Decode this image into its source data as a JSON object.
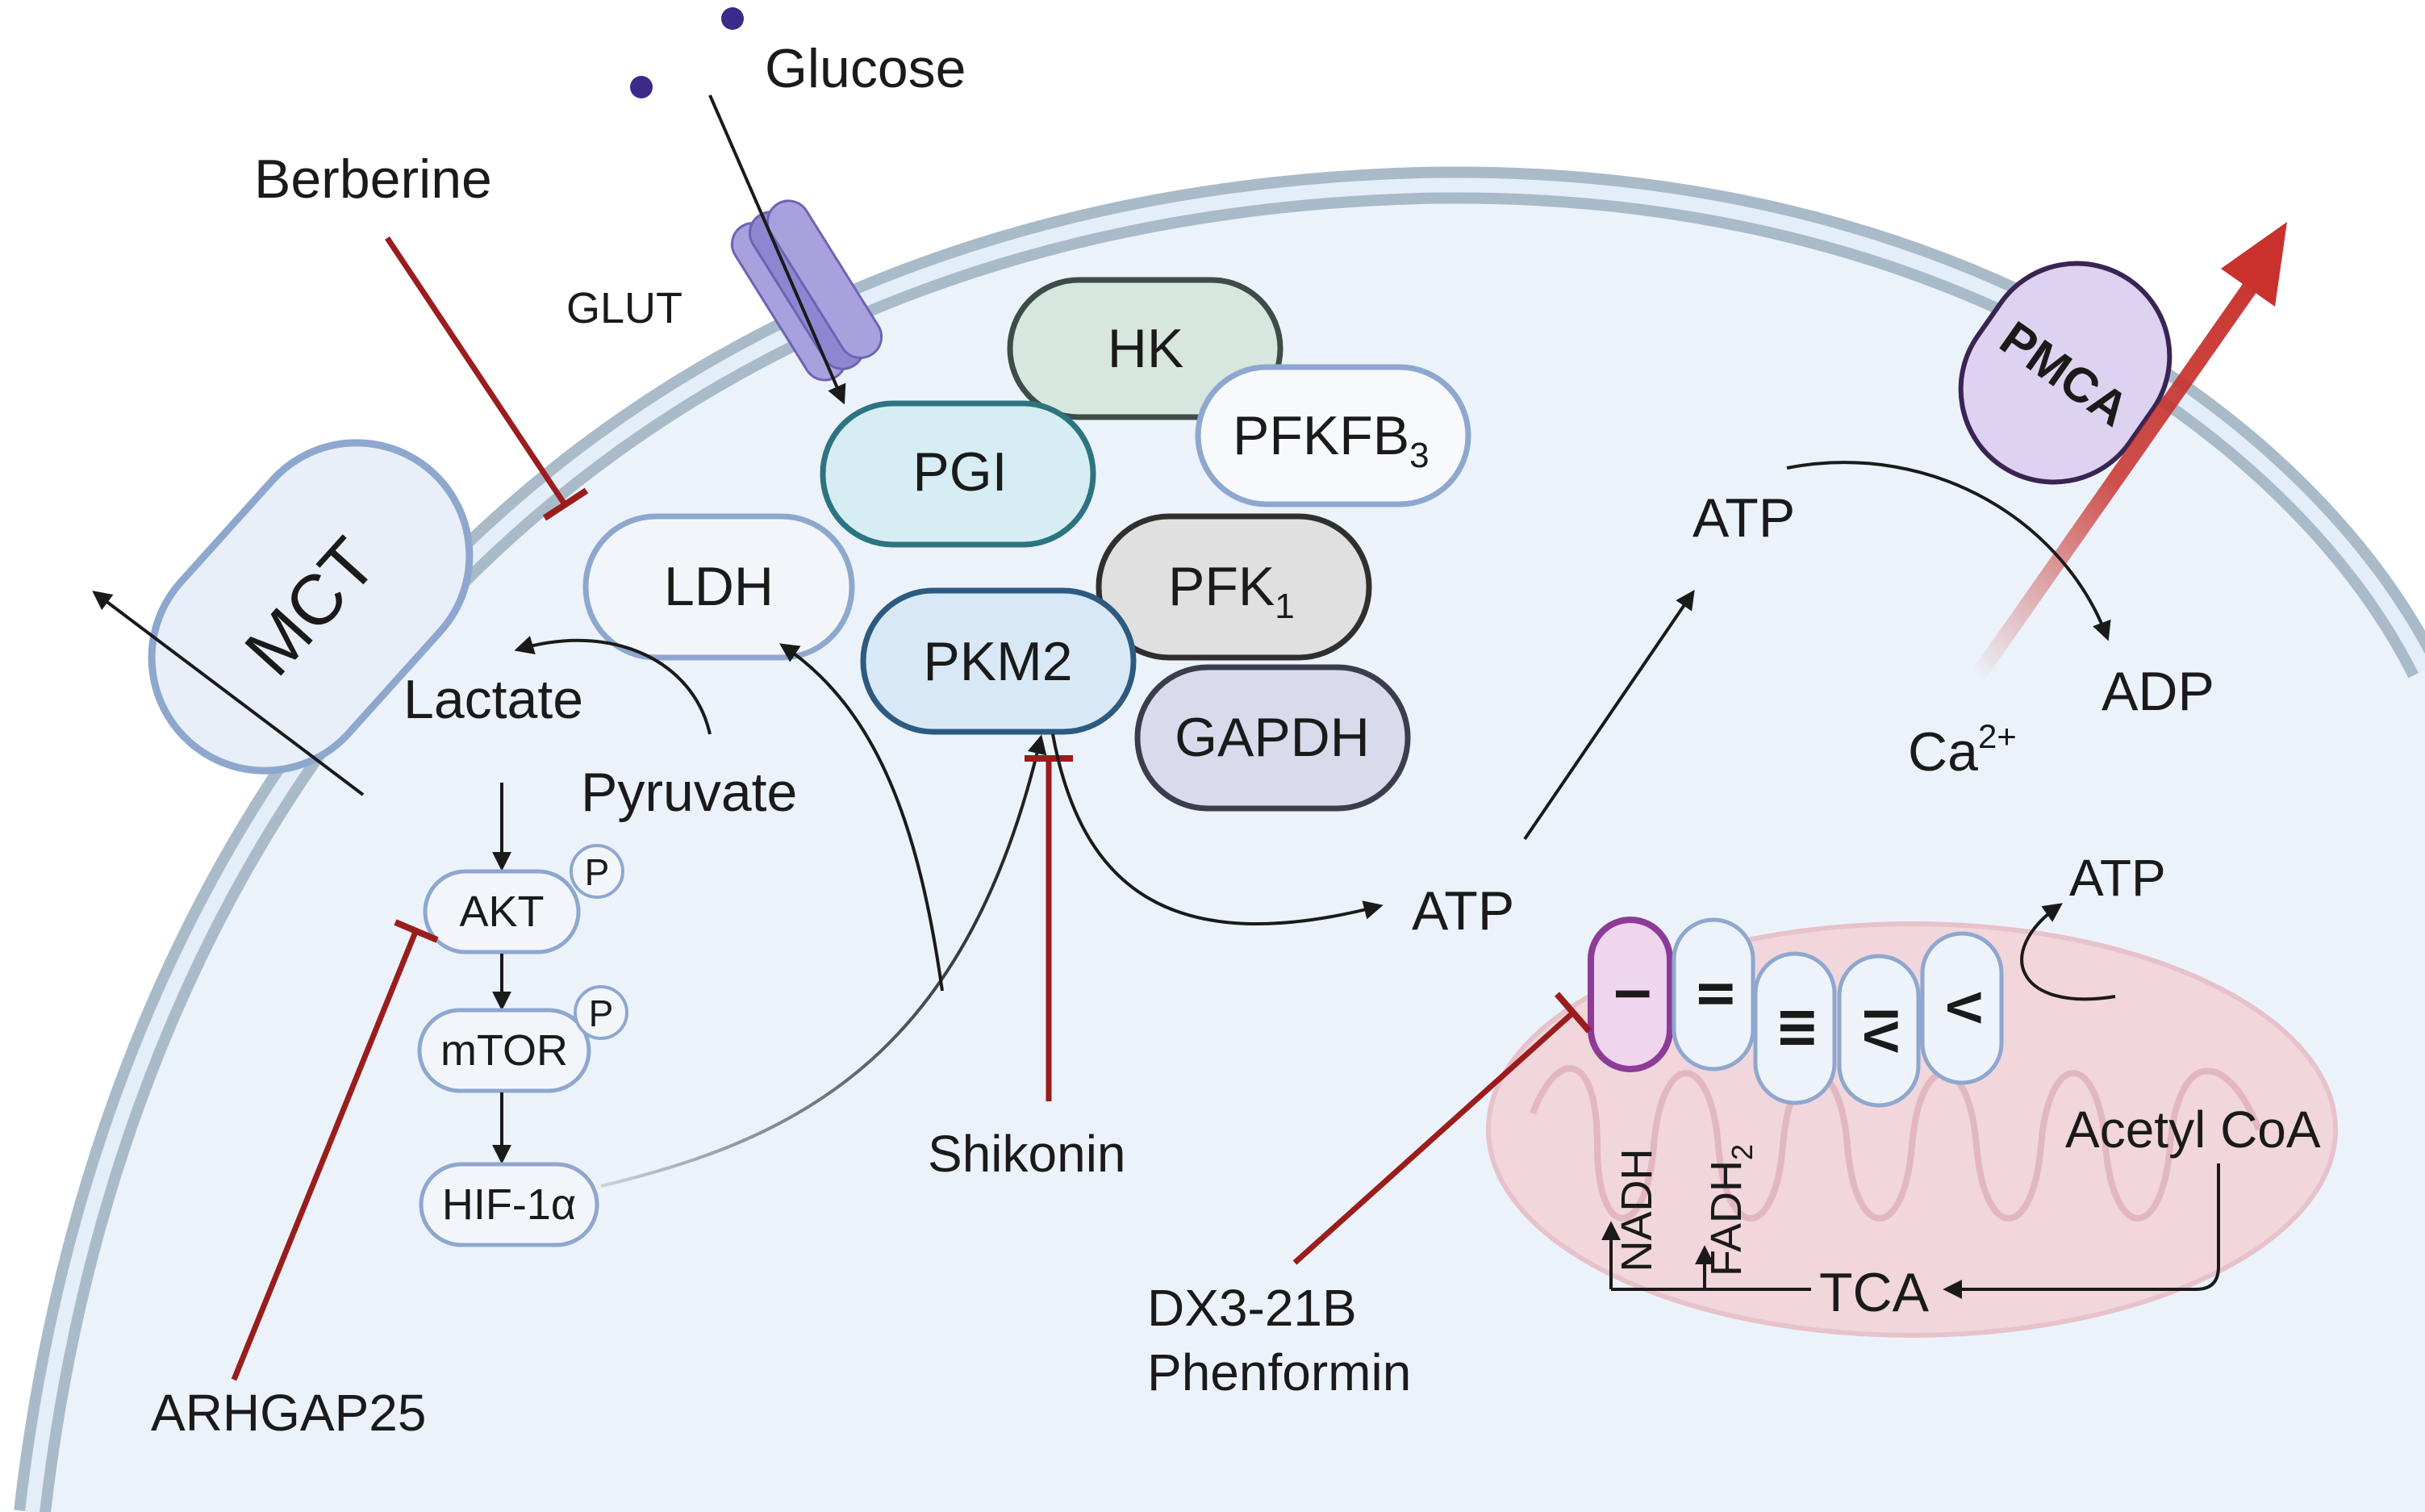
{
  "labels": {
    "glucose": "Glucose",
    "berberine": "Berberine",
    "glut": "GLUT",
    "mct": "MCT",
    "ldh": "LDH",
    "lactate": "Lactate",
    "pyruvate": "Pyruvate",
    "akt": "AKT",
    "mtor": "mTOR",
    "hif1a": "HIF-1α",
    "phospho_1": "P",
    "phospho_2": "P",
    "arhgap25": "ARHGAP25",
    "shikonin": "Shikonin",
    "dx3": "DX3-21B",
    "phenformin": "Phenformin",
    "atp_glycolysis": "ATP",
    "atp_upper": "ATP",
    "adp": "ADP",
    "pmca": "PMCA",
    "ca_base": "Ca",
    "ca_sup": "2+",
    "atp_etc": "ATP",
    "acetyl_coa": "Acetyl CoA",
    "tca": "TCA",
    "nadh": "NADH",
    "fadh_base": "FADH",
    "fadh_sub": "2"
  },
  "enzymes": {
    "hk": "HK",
    "pgi": "PGI",
    "pfkfb_base": "PFKFB",
    "pfkfb_sub": "3",
    "pfk_base": "PFK",
    "pfk_sub": "1",
    "pkm2": "PKM2",
    "gapdh": "GAPDH"
  },
  "complexes": [
    "I",
    "II",
    "III",
    "IV",
    "V"
  ],
  "colors": {
    "inhibitor": "#9b1c1c",
    "arrow": "#1a1a1a",
    "cell_fill": "#ecf2fa",
    "membrane": "#a9bac9",
    "mito": "#f1d6dc",
    "pmca_arrow": "#c8312c"
  }
}
